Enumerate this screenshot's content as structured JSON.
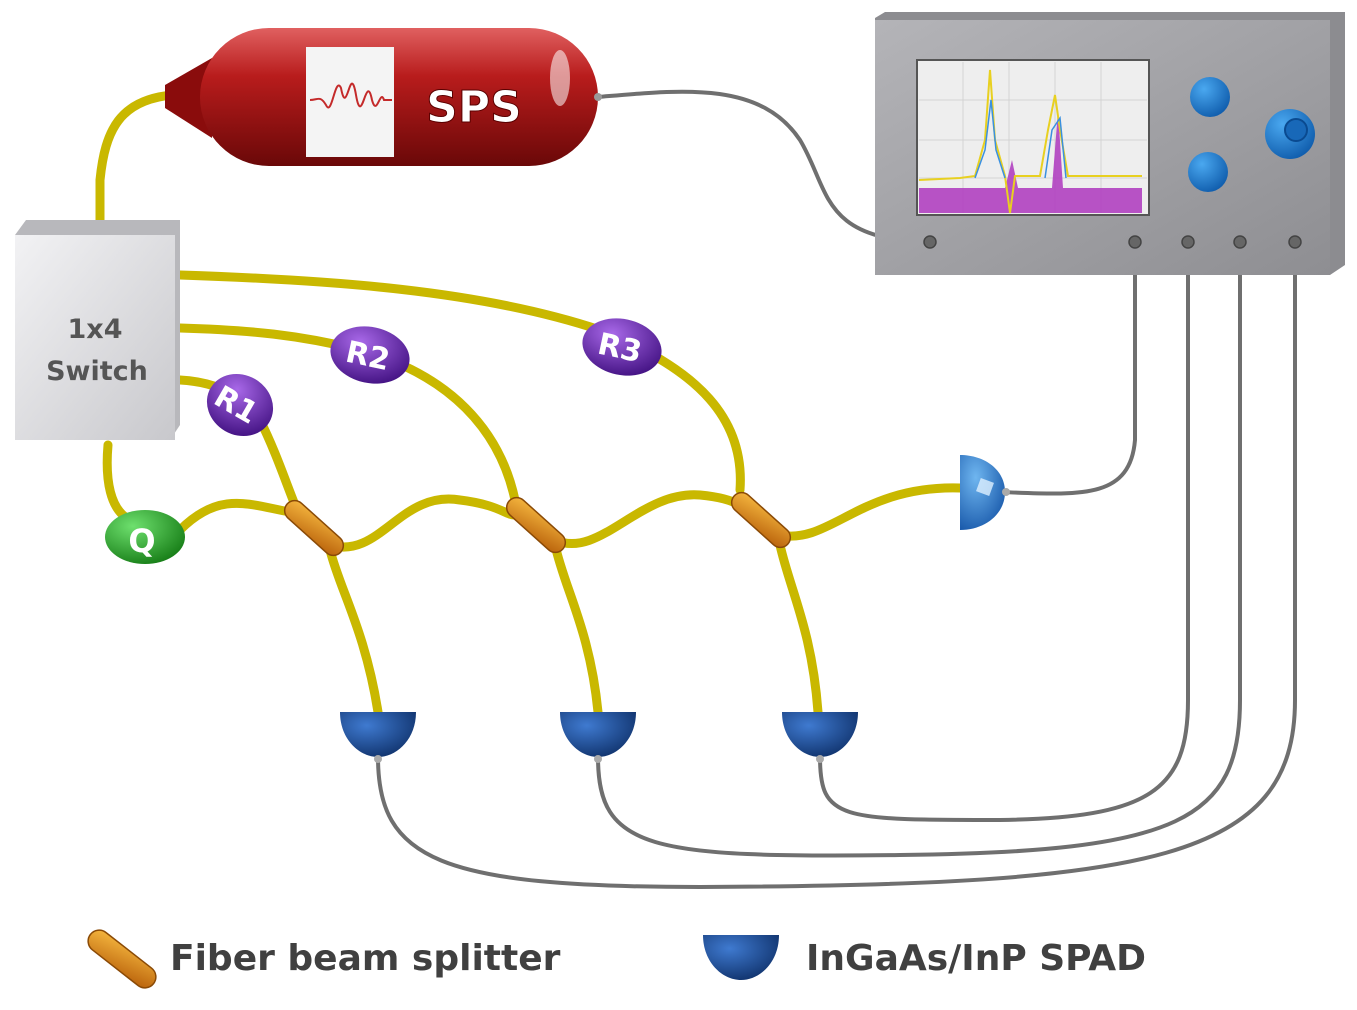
{
  "sps": {
    "label": "SPS"
  },
  "switch": {
    "line1": "1x4",
    "line2": "Switch"
  },
  "qubits": {
    "q": "Q",
    "r1": "R1",
    "r2": "R2",
    "r3": "R3"
  },
  "legend": {
    "splitter": "Fiber beam splitter",
    "spad": "InGaAs/InP SPAD"
  },
  "colors": {
    "fiber": "#c9b800",
    "cable": "#6f6f6f",
    "source": "#b01818",
    "splitter": "#e08a10",
    "spad": "#1a4b9a",
    "qubit_q": "#1ea01e",
    "qubit_r": "#6a20b0",
    "instrument": "#a8a8ac",
    "knob": "#1e7ad0",
    "trace_yellow": "#e8d020",
    "trace_magenta": "#b040c0"
  },
  "icons": {
    "splitter": "fiber-splitter-icon",
    "spad": "spad-detector-icon"
  }
}
